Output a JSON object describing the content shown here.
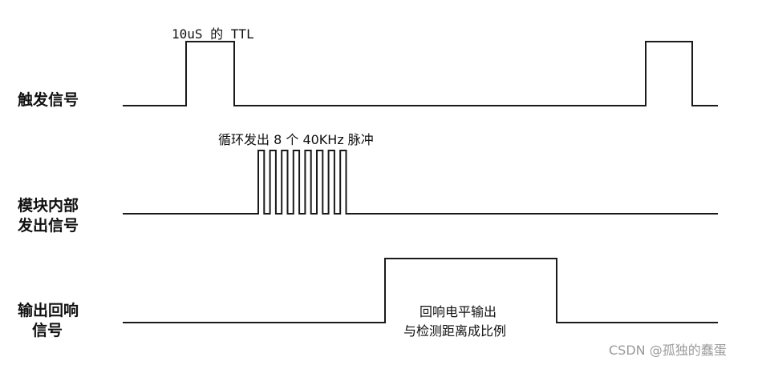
{
  "signals": {
    "trigger": {
      "label_lines": [
        "触发信号"
      ],
      "annotation": "10uS 的 TTL"
    },
    "internal": {
      "label_lines": [
        "模块内部",
        "发出信号"
      ],
      "annotation": "循环发出 8 个 40KHz 脉冲",
      "pulse_count": 8
    },
    "echo": {
      "label_lines": [
        "输出回响",
        "信号"
      ],
      "annotation_lines": [
        "回响电平输出",
        "与检测距离成比例"
      ]
    }
  },
  "watermark": "CSDN @孤独的蠢蛋"
}
